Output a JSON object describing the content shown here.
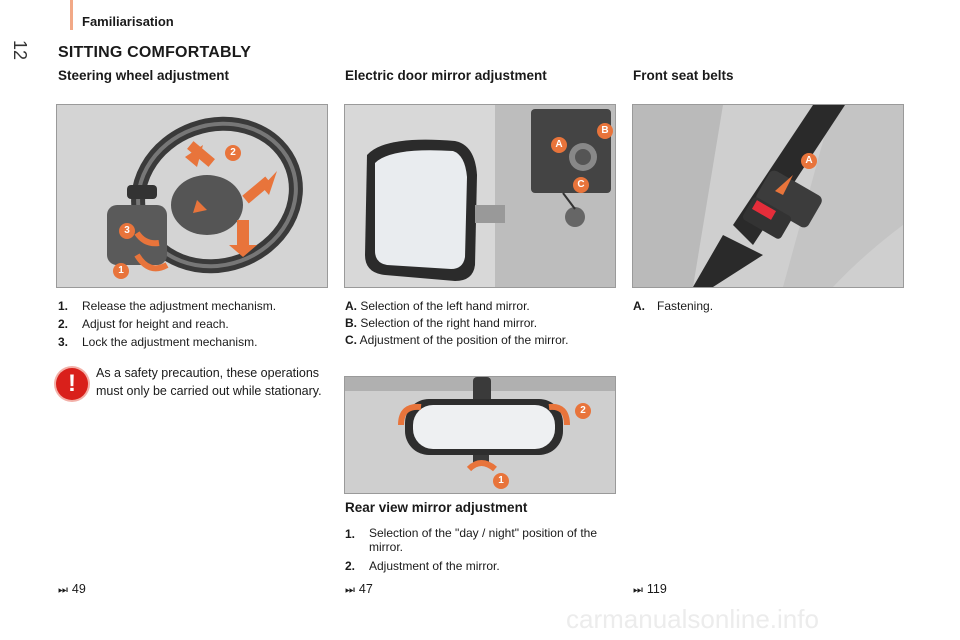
{
  "header": {
    "section": "Familiarisation",
    "page_number": "12",
    "title": "SITTING COMFORTABLY"
  },
  "steering": {
    "heading": "Steering wheel adjustment",
    "steps": [
      {
        "num": "1.",
        "text": "Release the adjustment mechanism."
      },
      {
        "num": "2.",
        "text": "Adjust for height and reach."
      },
      {
        "num": "3.",
        "text": "Lock the adjustment mechanism."
      }
    ],
    "warning": "As a safety precaution, these operations must only be carried out while stationary.",
    "ref": "49",
    "callouts": [
      "1",
      "2",
      "3"
    ]
  },
  "mirror": {
    "heading": "Electric door mirror adjustment",
    "items": [
      {
        "num": "A.",
        "text": "Selection of the left hand mirror."
      },
      {
        "num": "B.",
        "text": "Selection of the right hand mirror."
      },
      {
        "num": "C.",
        "text": "Adjustment of the position of the mirror."
      }
    ],
    "callouts": [
      "A",
      "B",
      "C"
    ]
  },
  "rearview": {
    "heading": "Rear view mirror adjustment",
    "steps": [
      {
        "num": "1.",
        "text": "Selection of the \"day / night\" position of the mirror."
      },
      {
        "num": "2.",
        "text": "Adjustment of the mirror."
      }
    ],
    "ref": "47",
    "callouts": [
      "1",
      "2"
    ]
  },
  "seatbelts": {
    "heading": "Front seat belts",
    "items": [
      {
        "num": "A.",
        "text": "Fastening."
      }
    ],
    "ref": "119",
    "callouts": [
      "A"
    ]
  },
  "ref_arrow": "⏭",
  "watermark": "carmanualsonline.info",
  "colors": {
    "accent": "#e8743b",
    "warning": "#d9201b"
  }
}
